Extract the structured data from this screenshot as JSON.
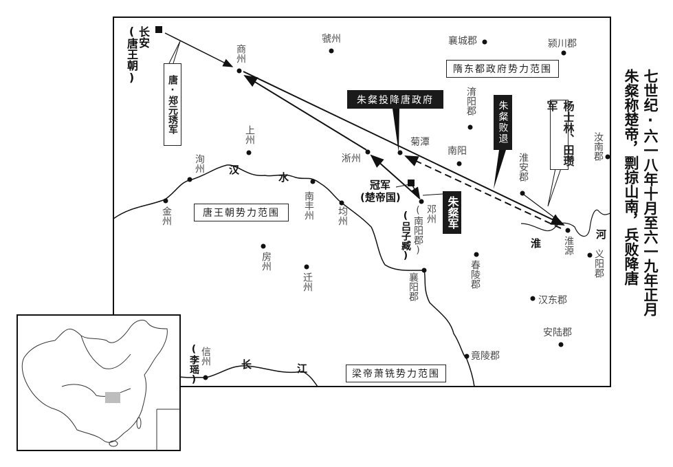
{
  "title": {
    "line1": "七世纪·六一八年十月至六一九年正月",
    "line2": "朱粲称楚帝，剽掠山南，兵败降唐"
  },
  "places": {
    "changan": "长安",
    "changan_note": "(唐王朝)",
    "shangzhou": "商州",
    "guozhou": "虢州",
    "xiangchengjun": "襄城郡",
    "yingchuanjun": "颍川郡",
    "yuyangjun": "淯阳郡",
    "jutan": "菊潭",
    "nanyang": "南阳",
    "xizhou": "淅州",
    "shangzhou2": "上州",
    "xunzhou": "洵州",
    "jinzhou": "金州",
    "nanfengzhou": "南丰州",
    "junzhou": "均州",
    "runanjun": "汝南郡",
    "huaianjun": "淮安郡",
    "guanjun": "冠军",
    "guanjun_note": "(楚帝国)",
    "dengzhou": "邓州",
    "dengzhou_note": "(南阳郡)",
    "dengzhou_ruler": "(吕子臧)",
    "fangzhou": "房州",
    "qianzhou": "迁州",
    "xiangyangjun": "襄阳郡",
    "chunlingjun": "春陵郡",
    "huaiyuan": "淮源",
    "yiyangjun": "义阳郡",
    "handongjun": "汉东郡",
    "anlujun": "安陆郡",
    "jinglingjun": "竟陵郡",
    "xinzhou": "信州",
    "xinzhou_ruler": "(李瑶)"
  },
  "regions": {
    "sui": "隋东都政府势力范围",
    "tang": "唐王朝势力范围",
    "liang": "梁帝萧铣势力范围"
  },
  "callouts": {
    "tang_army": "唐·郑元琇军",
    "surrender": "朱粲投降唐政府",
    "retreat": "朱粲败退",
    "yang_tian": "杨士林、田瓒军",
    "zhucan_army": "朱粲军"
  },
  "rivers": {
    "han1": "汉",
    "han2": "水",
    "huai1": "淮",
    "huai2": "河",
    "jiang1": "长",
    "jiang2": "江"
  },
  "colors": {
    "ink": "#111111",
    "inset_highlight": "#bdbdbd"
  }
}
